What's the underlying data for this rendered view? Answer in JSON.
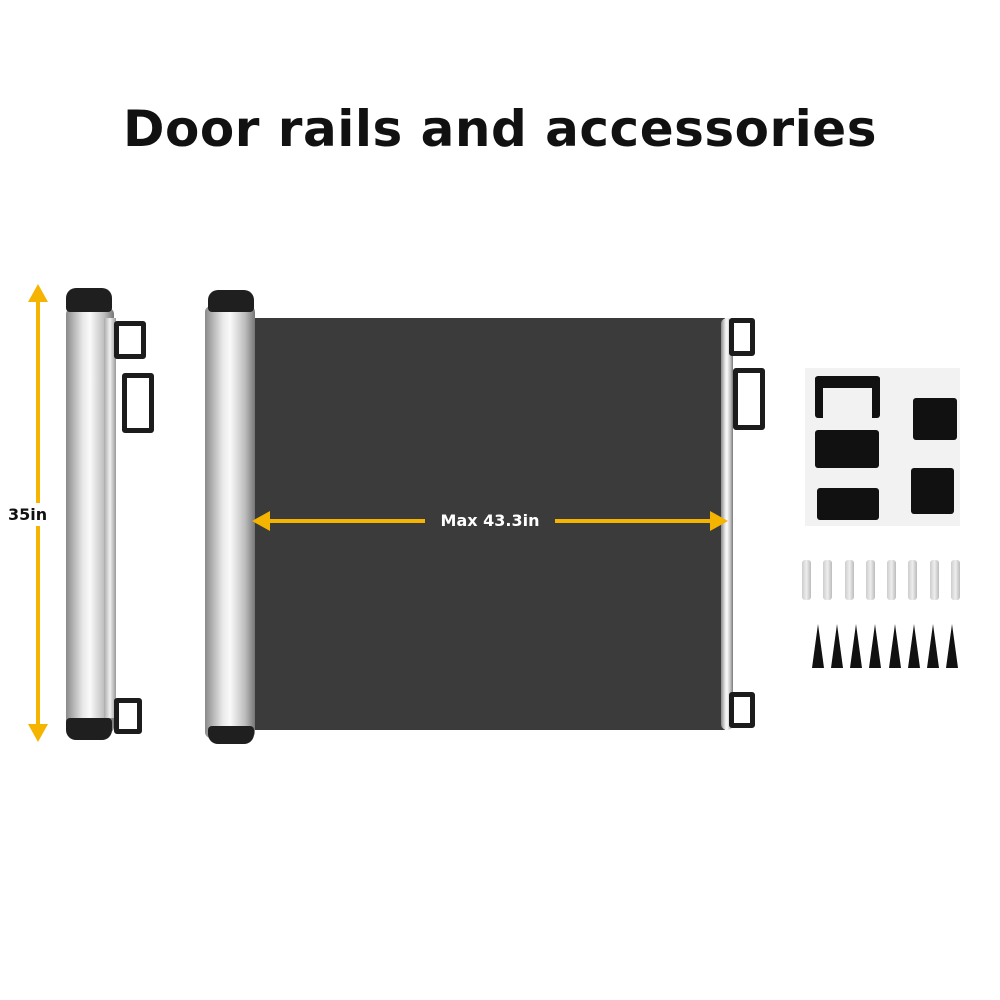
{
  "title": "Door rails and accessories",
  "height_label": "35in",
  "width_label": "Max 43.3in",
  "colors": {
    "arrow": "#f5b400",
    "mesh": "#3b3b3b"
  }
}
